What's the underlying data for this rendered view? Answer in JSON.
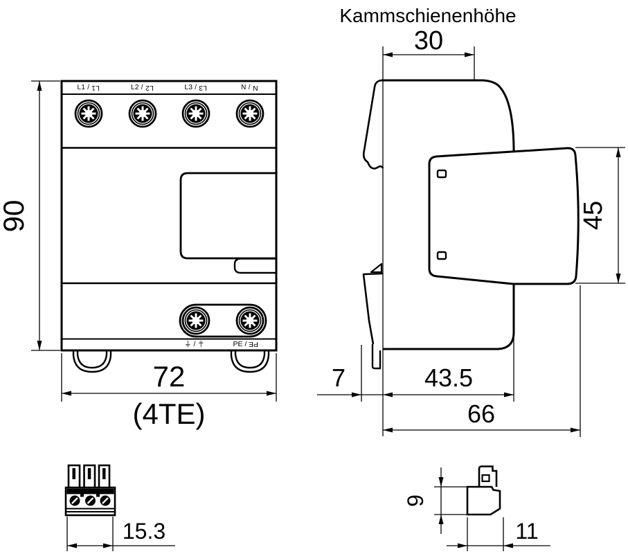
{
  "drawing": {
    "title": "Kammschienenhöhe",
    "front_view": {
      "top_terminal_labels": [
        {
          "text": "L1",
          "sep": "/",
          "mirrored": "L1"
        },
        {
          "text": "L2",
          "sep": "/",
          "mirrored": "L2"
        },
        {
          "text": "L3",
          "sep": "/",
          "mirrored": "L3"
        },
        {
          "text": "N",
          "sep": "/",
          "mirrored": "N"
        }
      ],
      "bottom_terminal_labels": [
        {
          "text": "⏚",
          "sep": "/",
          "mirrored": "⏚"
        },
        {
          "text": "PE",
          "sep": "/",
          "mirrored": "PE"
        }
      ],
      "dim_height": "90",
      "dim_width": "72",
      "dim_width_note": "(4TE)"
    },
    "side_view": {
      "dim_rail_width": "30",
      "dim_module_height": "45",
      "dim_rail_offset": "7",
      "dim_base_depth": "43.5",
      "dim_total_depth": "66"
    },
    "plug_front_detail": {
      "dim_width": "15.3"
    },
    "plug_side_detail": {
      "dim_height": "9",
      "dim_depth": "11"
    },
    "colors": {
      "line": "#000000",
      "background": "#ffffff"
    }
  }
}
